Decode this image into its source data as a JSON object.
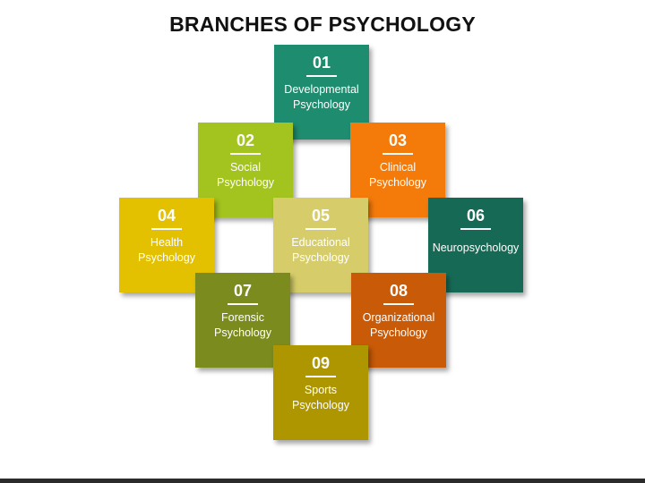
{
  "title": "BRANCHES OF PSYCHOLOGY",
  "branches": [
    {
      "num": "01",
      "label": "Developmental\nPsychology",
      "color": "#1e8c6e"
    },
    {
      "num": "02",
      "label": "Social\nPsychology",
      "color": "#a3c31e"
    },
    {
      "num": "03",
      "label": "Clinical\nPsychology",
      "color": "#f47a0a"
    },
    {
      "num": "04",
      "label": "Health\nPsychology",
      "color": "#e3c000"
    },
    {
      "num": "05",
      "label": "Educational\nPsychology",
      "color": "#d6cd6a"
    },
    {
      "num": "06",
      "label": "Neuropsychology",
      "color": "#166a55"
    },
    {
      "num": "07",
      "label": "Forensic\nPsychology",
      "color": "#7b8b1e"
    },
    {
      "num": "08",
      "label": "Organizational\nPsychology",
      "color": "#c85a08"
    },
    {
      "num": "09",
      "label": "Sports\nPsychology",
      "color": "#ad9600"
    }
  ]
}
